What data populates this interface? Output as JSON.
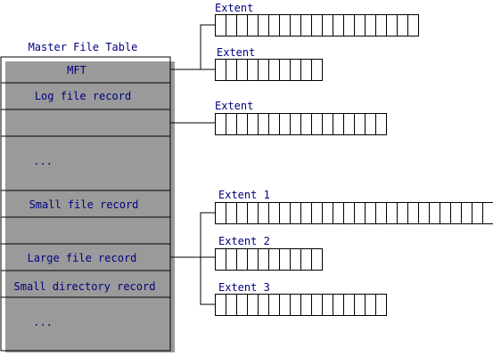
{
  "diagram": {
    "table_title": "Master File Table",
    "rows": [
      {
        "label": "MFT"
      },
      {
        "label": "Log file record"
      },
      {
        "label": ""
      },
      {
        "label": "..."
      },
      {
        "label": "Small file record"
      },
      {
        "label": ""
      },
      {
        "label": "Large file record"
      },
      {
        "label": "Small directory record"
      },
      {
        "label": "..."
      }
    ],
    "extents": [
      {
        "label": "Extent",
        "cells": 19
      },
      {
        "label": "Extent",
        "cells": 10
      },
      {
        "label": "Extent",
        "cells": 16
      },
      {
        "label": "Extent 1",
        "cells": 26
      },
      {
        "label": "Extent 2",
        "cells": 10
      },
      {
        "label": "Extent 3",
        "cells": 16
      }
    ]
  }
}
